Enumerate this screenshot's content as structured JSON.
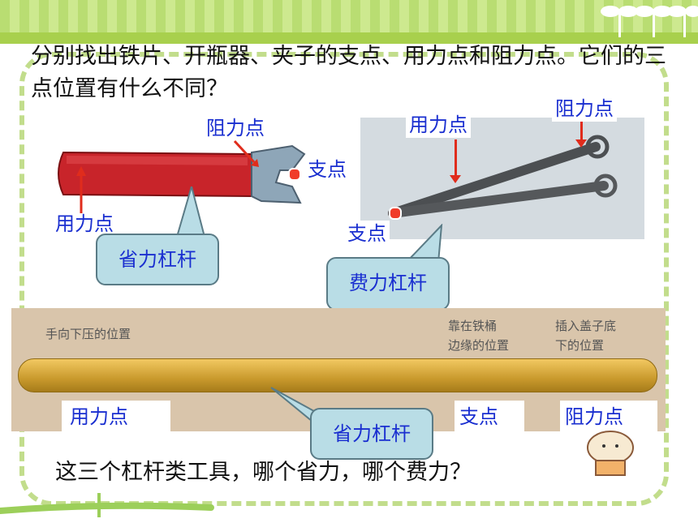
{
  "title": "分别找出铁片、开瓶器、夹子的支点、用力点和阻力点。它们的三点位置有什么不同？",
  "opener": {
    "effort": "用力点",
    "resistance": "阻力点",
    "fulcrum": "支点",
    "type": "省力杠杆"
  },
  "tongs": {
    "effort": "用力点",
    "resistance": "阻力点",
    "fulcrum": "支点",
    "type": "费力杠杆"
  },
  "board": {
    "hand_position": "手向下压的位置",
    "rim_position_line1": "靠在铁桶",
    "rim_position_line2": "边缘的位置",
    "lid_position_line1": "插入盖子底",
    "lid_position_line2": "下的位置",
    "effort": "用力点",
    "fulcrum": "支点",
    "resistance": "阻力点",
    "type": "省力杠杆"
  },
  "question": "这三个杠杆类工具，哪个省力，哪个费力？",
  "colors": {
    "accent_green": "#a8d04d",
    "label_blue": "#1a2fd0",
    "arrow_red": "#e02c1c",
    "bubble_fill": "#b9dde6"
  }
}
